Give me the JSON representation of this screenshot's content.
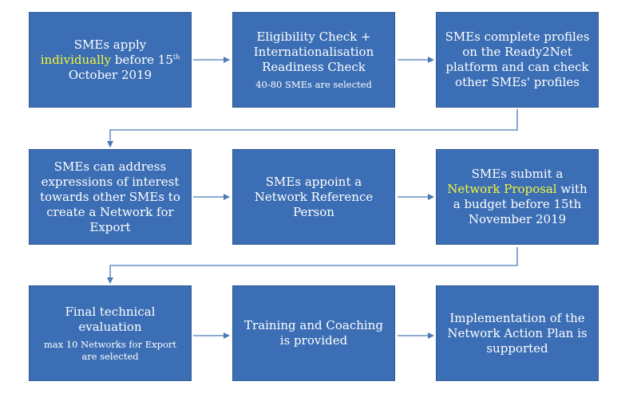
{
  "colors": {
    "box_fill": "#3b6eb4",
    "text": "#ffffff",
    "highlight": "#f5f53a",
    "arrow": "#4a79b6"
  },
  "steps": [
    {
      "pre": "SMEs apply",
      "highlight": "individually",
      "post": " before 15",
      "sup": "th",
      "post2": " October 2019"
    },
    {
      "main": "Eligibility Check + Internationalisation Readiness Check",
      "sub": "40-80 SMEs are selected"
    },
    {
      "main": "SMEs complete profiles on the Ready2Net platform and can check other SMEs' profiles"
    },
    {
      "main": "SMEs can address expressions of interest towards other SMEs to create a Network for Export"
    },
    {
      "main": "SMEs appoint a Network Reference Person"
    },
    {
      "pre": "SMEs submit a ",
      "highlight": "Network Proposal",
      "post": " with a budget before 15th November 2019"
    },
    {
      "main": "Final technical evaluation",
      "sub": "max 10 Networks for Export are selected"
    },
    {
      "main": "Training and Coaching is provided"
    },
    {
      "main": "Implementation of the Network Action Plan is supported"
    }
  ]
}
